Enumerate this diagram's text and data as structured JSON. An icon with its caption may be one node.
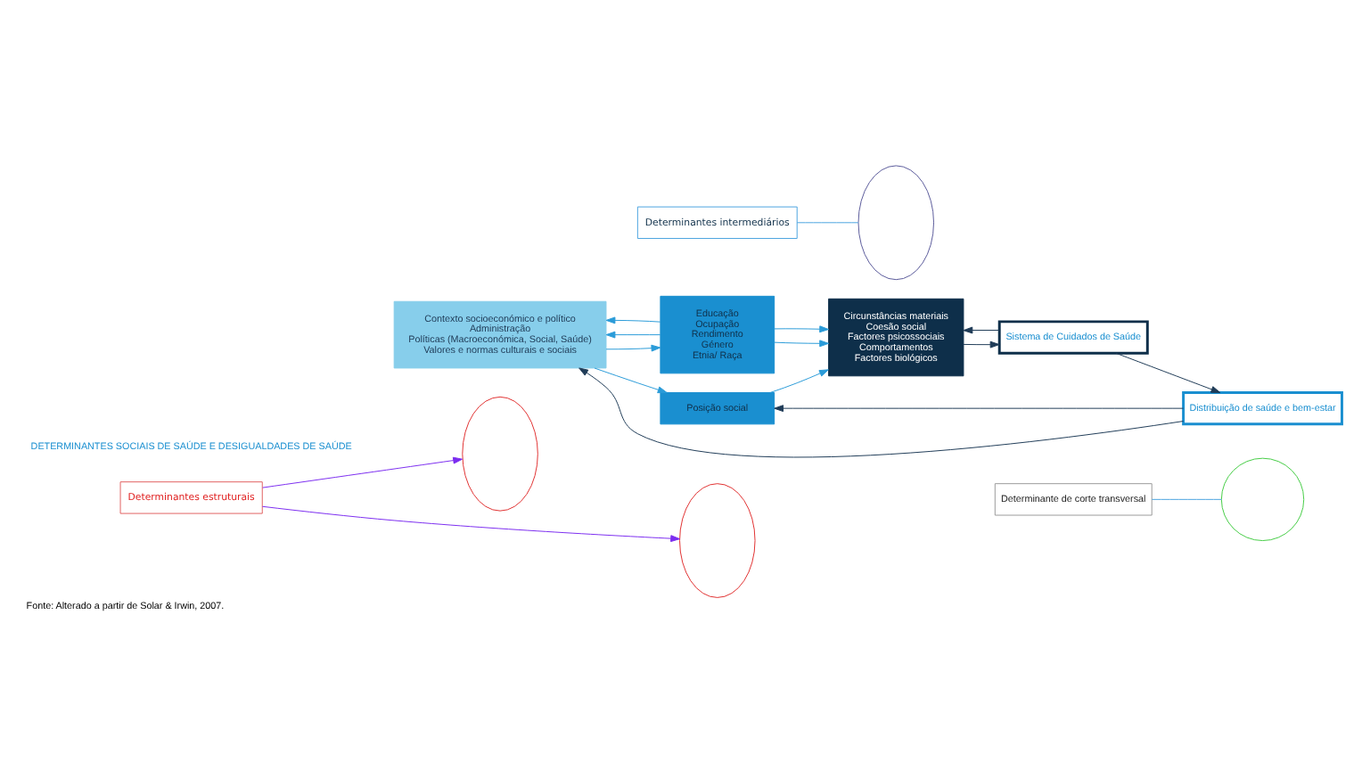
{
  "diagram": {
    "caption": "Fonte: Alterado a partir de Solar & Irwin, 2007.",
    "nodes": [
      {
        "text": [
          "Determinantes estruturais"
        ]
      },
      {
        "text": [
          "Determinante de corte transversal"
        ]
      },
      {
        "text": [],
        "shape": "ellipse"
      },
      {
        "text": [],
        "shape": "ellipse"
      },
      {
        "text": [
          "Contexto socioeconómico e político",
          "Administração",
          "Políticas (Macroeconómica, Social, Saúde)",
          "Valores e normas culturais e sociais"
        ]
      },
      {
        "text": [
          "Posição social"
        ]
      },
      {
        "text": [],
        "shape": "ellipse"
      },
      {
        "text": [
          "Circunstâncias materiais",
          "Coesão social",
          "Factores psicossociais",
          "Comportamentos",
          "Factores biológicos"
        ]
      },
      {
        "text": [],
        "shape": "circle"
      },
      {
        "text": [
          "Distribuição de saúde e bem-estar"
        ]
      },
      {
        "text": [
          "Educação",
          "Ocupação",
          "Rendimento",
          "Género",
          "Etnia/ Raça"
        ]
      },
      {
        "text": [
          "Sistema de Cuidados de Saúde"
        ]
      },
      {
        "text": [
          "Determinantes intermediários"
        ]
      }
    ],
    "edges": [
      {
        "from": 0,
        "to": 2,
        "arrow": "to",
        "color": "#7b2cf0"
      },
      {
        "from": 0,
        "to": 3,
        "arrow": "to",
        "color": "#7b2cf0"
      },
      {
        "from": 1,
        "to": 8,
        "arrow": "none",
        "color": "#4aa3df"
      },
      {
        "from": 12,
        "to": 6,
        "arrow": "none",
        "color": "#4aa3df"
      },
      {
        "from": 4,
        "to": 5,
        "arrow": "to",
        "color": "#2a9bd8"
      },
      {
        "from": 10,
        "to": 4,
        "arrow": "to",
        "color": "#2a9bd8"
      },
      {
        "from": 4,
        "to": 10,
        "arrow": "to",
        "color": "#2a9bd8"
      },
      {
        "from": 10,
        "to": 4,
        "arrow": "to",
        "color": "#2a9bd8"
      },
      {
        "from": 5,
        "to": 7,
        "arrow": "to",
        "color": "#2a9bd8"
      },
      {
        "from": 10,
        "to": 7,
        "arrow": "to",
        "color": "#2a9bd8"
      },
      {
        "from": 10,
        "to": 7,
        "arrow": "to",
        "color": "#2a9bd8"
      },
      {
        "from": 7,
        "to": 11,
        "arrow": "to",
        "color": "#1f3b57"
      },
      {
        "from": 11,
        "to": 9,
        "arrow": "to",
        "color": "#1f3b57"
      },
      {
        "from": 9,
        "to": 4,
        "arrow": "to",
        "color": "#1f3b57"
      },
      {
        "from": 9,
        "to": 5,
        "arrow": "to",
        "color": "#1f3b57"
      },
      {
        "from": 11,
        "to": 7,
        "arrow": "to",
        "color": "#1f3b57"
      }
    ],
    "labels": [
      "DETERMINANTES SOCIAIS DE SAÚDE E DESIGUALDADES DE SAÚDE"
    ]
  }
}
